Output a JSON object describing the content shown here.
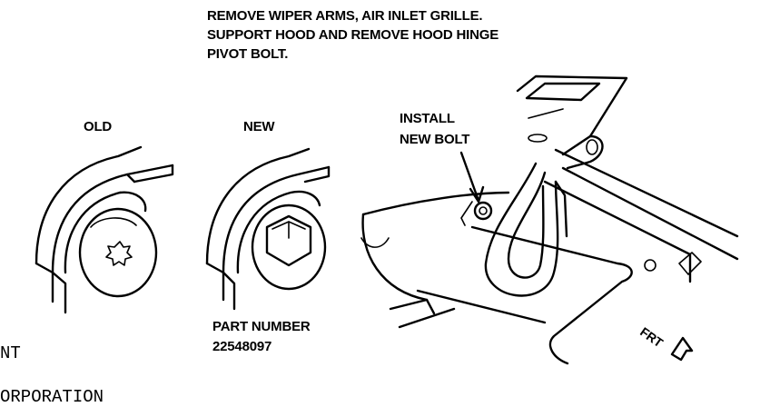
{
  "instructions": {
    "line1": "REMOVE WIPER ARMS, AIR INLET GRILLE.",
    "line2": "SUPPORT HOOD AND REMOVE HOOD HINGE",
    "line3": "PIVOT BOLT."
  },
  "old_label": "OLD",
  "new_label": "NEW",
  "install": {
    "line1": "INSTALL",
    "line2": "NEW BOLT"
  },
  "part_number": {
    "label": "PART NUMBER",
    "value": "22548097"
  },
  "direction_label": "FRT",
  "footer": {
    "line1": "NT",
    "line2": "ORPORATION"
  }
}
